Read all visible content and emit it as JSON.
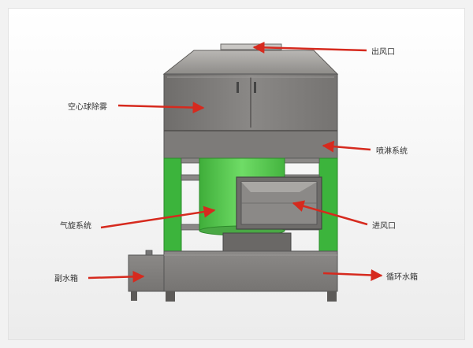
{
  "diagram": {
    "labels": {
      "outlet": "出风口",
      "hollow_ball_demister": "空心球除雾",
      "spray_system": "喷淋系统",
      "cyclone_system": "气旋系统",
      "inlet": "进风口",
      "auxiliary_water_tank": "副水箱",
      "circulating_water_tank": "循环水箱"
    },
    "colors": {
      "arrow": "#d62a1e",
      "frame_green": "#3cb43c",
      "body_gray": "#7d7b79",
      "fan_green": "#5fd25a",
      "background": "#f2f2f2"
    }
  }
}
